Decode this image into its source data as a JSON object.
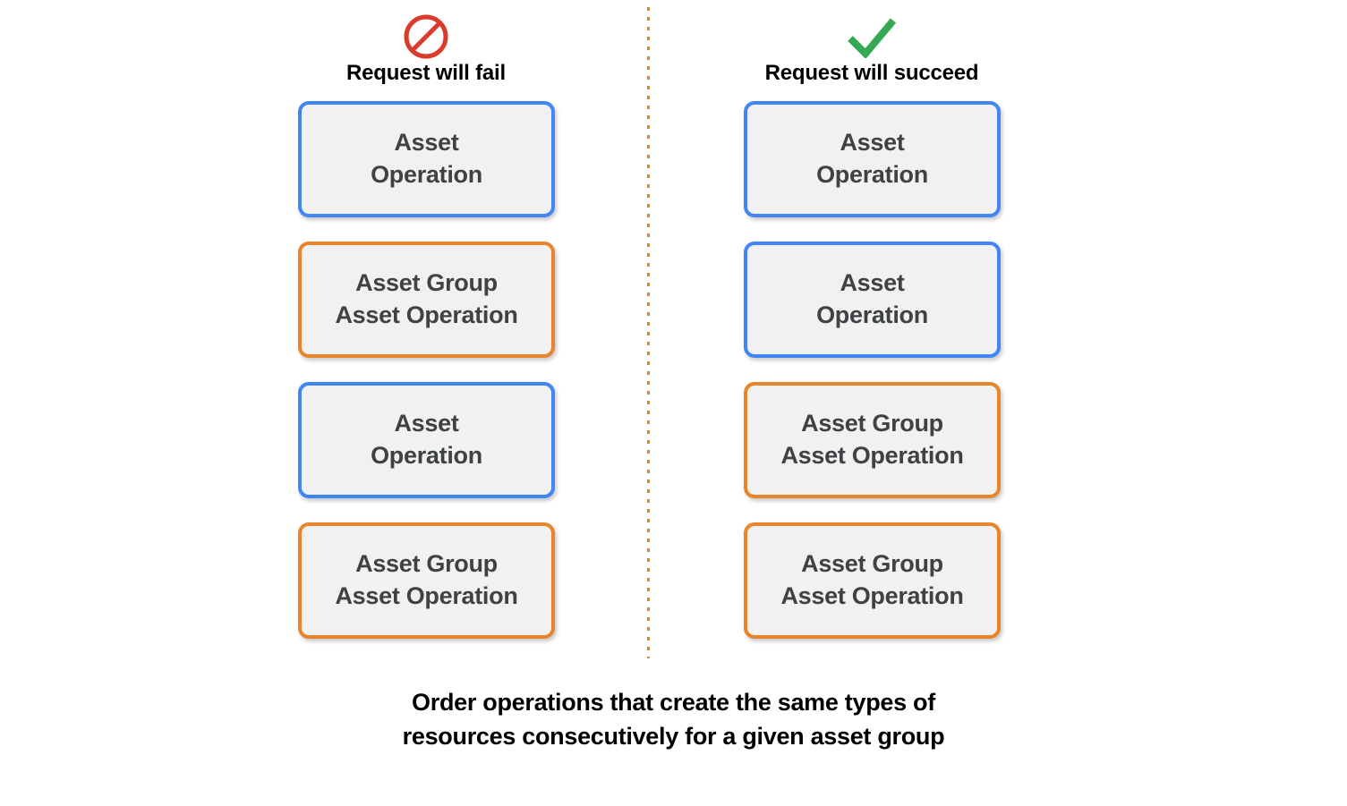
{
  "colors": {
    "blue_accent": "#4285F4",
    "orange_accent": "#E8852A",
    "card_fill": "#F1F1F1",
    "card_text": "#3F4245",
    "fail_icon": "#DB3B2B",
    "success_icon": "#34A853",
    "divider": "#E8852A",
    "background": "#FFFFFF"
  },
  "columns": [
    {
      "id": "fail",
      "icon": "prohibition-icon",
      "title": "Request will fail",
      "cards": [
        {
          "accent": "blue",
          "label": "Asset\nOperation"
        },
        {
          "accent": "orange",
          "label": "Asset Group\nAsset Operation"
        },
        {
          "accent": "blue",
          "label": "Asset\nOperation"
        },
        {
          "accent": "orange",
          "label": "Asset Group\nAsset Operation"
        }
      ]
    },
    {
      "id": "succeed",
      "icon": "checkmark-icon",
      "title": "Request will succeed",
      "cards": [
        {
          "accent": "blue",
          "label": "Asset\nOperation"
        },
        {
          "accent": "blue",
          "label": "Asset\nOperation"
        },
        {
          "accent": "orange",
          "label": "Asset Group\nAsset Operation"
        },
        {
          "accent": "orange",
          "label": "Asset Group\nAsset Operation"
        }
      ]
    }
  ],
  "caption": "Order operations that create the same types of\nresources consecutively for a given asset group"
}
